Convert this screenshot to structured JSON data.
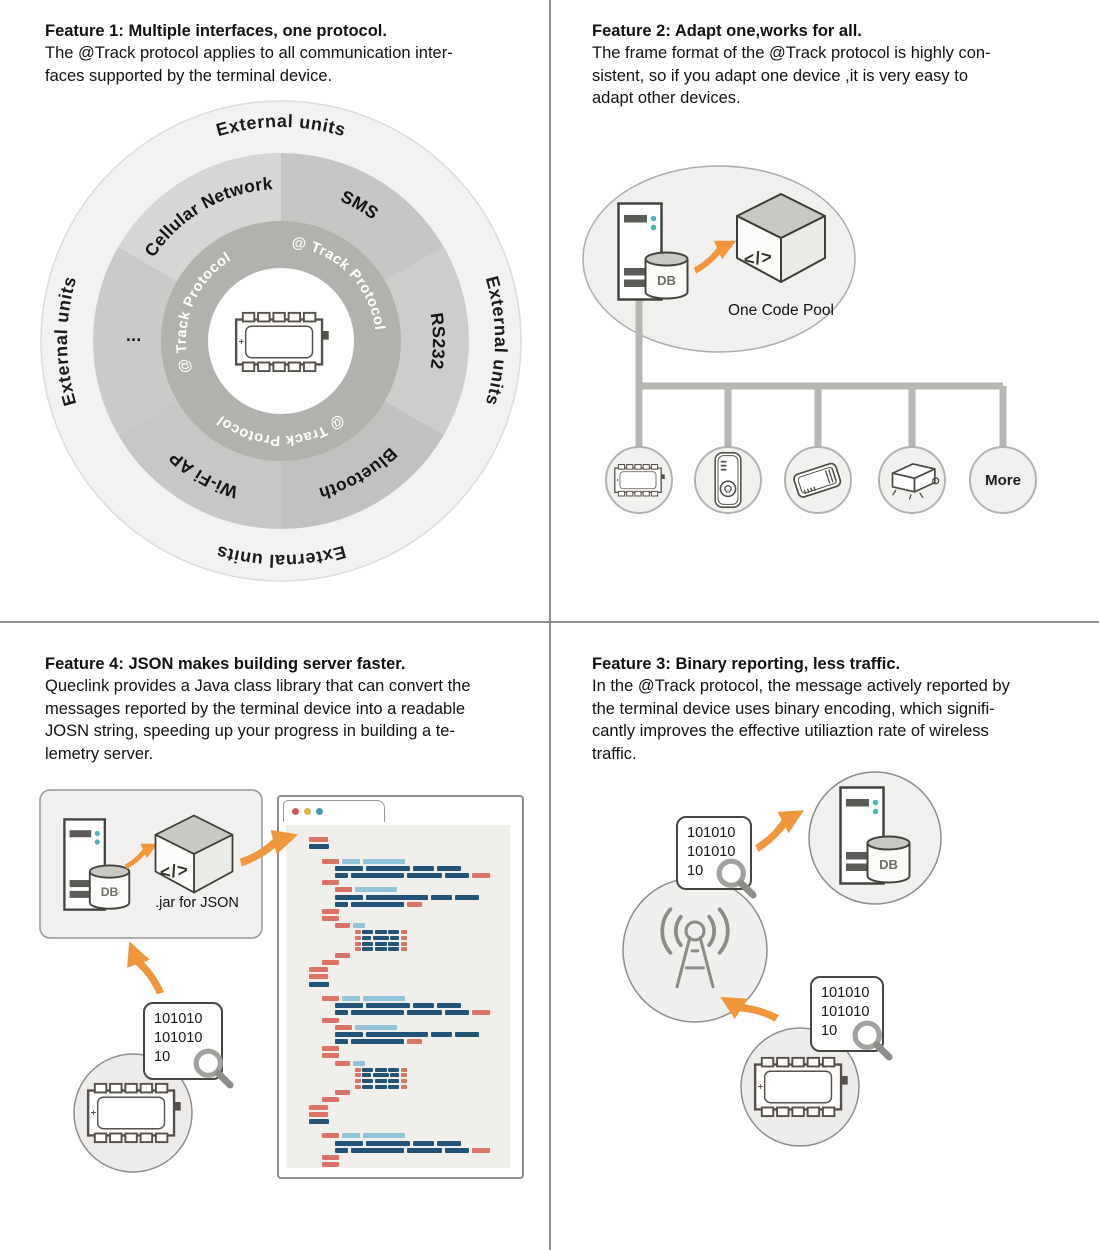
{
  "q1": {
    "title": "Feature 1: Multiple interfaces, one protocol.",
    "body": "The @Track protocol applies to all communication inter-\nfaces supported by the terminal device.",
    "wheel": {
      "outer_labels": [
        "External units",
        "External units",
        "External units",
        "External units"
      ],
      "sectors": [
        "Cellular Network",
        "SMS",
        "RS232",
        "Bluetooth",
        "Wi-Fi AP",
        "..."
      ],
      "inner_labels": [
        "@ Track Protocol",
        "@ Track Protocol",
        "@ Track Protocol"
      ]
    }
  },
  "q2": {
    "title": "Feature 2: Adapt one,works for all.",
    "body": "The frame format of the  @Track protocol is highly con-\nsistent, so if you adapt one device ,it is very easy to\nadapt other devices.",
    "db_label": "DB",
    "pool_label": "One Code Pool",
    "more_label": "More",
    "cube_glyph": "</>"
  },
  "q3": {
    "title": "Feature 4: JSON makes building server faster.",
    "body": "Queclink provides a Java class library that can convert the\nmessages reported by the terminal device into a readable\nJOSN string, speeding up your progress in building a te-\nlemetry server.",
    "db_label": "DB",
    "jar_label": ".jar for JSON",
    "cube_glyph": "</>",
    "binary_card": "101010\n101010\n10"
  },
  "q4": {
    "title": "Feature 3: Binary reporting, less traffic.",
    "body": "In the @Track protocol, the message actively reported by\nthe terminal device uses binary encoding, which signifi-\ncantly improves the effective utiliaztion rate of wireless\ntraffic.",
    "db_label": "DB",
    "binary_card_top": "101010\n101010\n10",
    "binary_card_bottom": "101010\n101010\n10"
  },
  "colors": {
    "accent_orange": "#f0973b",
    "connector_gray": "#b7b6b3"
  },
  "code_window": {
    "dot_colors": [
      "#d95753",
      "#e0b14b",
      "#3d9da8"
    ],
    "colors": {
      "r": "#dc7466",
      "b": "#235478",
      "l": "#92c4da"
    },
    "lines": [
      [
        1,
        [
          [
            "r",
            19
          ]
        ]
      ],
      [
        1,
        [
          [
            "b",
            20
          ]
        ]
      ],
      [
        0,
        []
      ],
      [
        2,
        [
          [
            "r",
            17
          ],
          [
            "l",
            18
          ],
          [
            "l",
            42
          ]
        ]
      ],
      [
        3,
        [
          [
            "b",
            28
          ],
          [
            "b",
            44
          ],
          [
            "b",
            21
          ],
          [
            "b",
            24
          ]
        ]
      ],
      [
        3,
        [
          [
            "b",
            13
          ],
          [
            "b",
            53
          ],
          [
            "b",
            35
          ],
          [
            "b",
            24
          ],
          [
            "r",
            18
          ]
        ]
      ],
      [
        2,
        [
          [
            "r",
            17
          ]
        ]
      ],
      [
        3,
        [
          [
            "r",
            17
          ],
          [
            "l",
            42
          ]
        ]
      ],
      [
        3,
        [
          [
            "b",
            28
          ],
          [
            "b",
            62
          ],
          [
            "b",
            21
          ],
          [
            "b",
            24
          ]
        ]
      ],
      [
        3,
        [
          [
            "b",
            13
          ],
          [
            "b",
            53
          ],
          [
            "r",
            15
          ]
        ]
      ],
      [
        2,
        [
          [
            "r",
            17
          ]
        ]
      ],
      [
        2,
        [
          [
            "r",
            17
          ]
        ]
      ],
      [
        3,
        [
          [
            "r",
            15
          ],
          [
            "l",
            12
          ]
        ]
      ],
      [
        4.5,
        [
          [
            "r",
            6
          ],
          [
            "b",
            11
          ],
          [
            "b",
            12
          ],
          [
            "b",
            11
          ],
          [
            "r",
            6
          ]
        ],
        4
      ],
      [
        4.5,
        [
          [
            "r",
            6
          ],
          [
            "b",
            9
          ],
          [
            "b",
            16
          ],
          [
            "b",
            9
          ],
          [
            "r",
            6
          ]
        ],
        4
      ],
      [
        4.5,
        [
          [
            "r",
            6
          ],
          [
            "b",
            11
          ],
          [
            "b",
            12
          ],
          [
            "b",
            11
          ],
          [
            "r",
            6
          ]
        ],
        4
      ],
      [
        4.5,
        [
          [
            "r",
            6
          ],
          [
            "b",
            11
          ],
          [
            "b",
            12
          ],
          [
            "b",
            11
          ],
          [
            "r",
            6
          ]
        ],
        4
      ],
      [
        3,
        [
          [
            "r",
            15
          ]
        ]
      ],
      [
        2,
        [
          [
            "r",
            17
          ]
        ]
      ],
      [
        1,
        [
          [
            "r",
            19
          ]
        ]
      ],
      [
        1,
        [
          [
            "r",
            19
          ]
        ]
      ],
      [
        1,
        [
          [
            "b",
            20
          ]
        ]
      ],
      [
        0,
        []
      ],
      [
        2,
        [
          [
            "r",
            17
          ],
          [
            "l",
            18
          ],
          [
            "l",
            42
          ]
        ]
      ],
      [
        3,
        [
          [
            "b",
            28
          ],
          [
            "b",
            44
          ],
          [
            "b",
            21
          ],
          [
            "b",
            24
          ]
        ]
      ],
      [
        3,
        [
          [
            "b",
            13
          ],
          [
            "b",
            53
          ],
          [
            "b",
            35
          ],
          [
            "b",
            24
          ],
          [
            "r",
            18
          ]
        ]
      ],
      [
        2,
        [
          [
            "r",
            17
          ]
        ]
      ],
      [
        3,
        [
          [
            "r",
            17
          ],
          [
            "l",
            42
          ]
        ]
      ],
      [
        3,
        [
          [
            "b",
            28
          ],
          [
            "b",
            62
          ],
          [
            "b",
            21
          ],
          [
            "b",
            24
          ]
        ]
      ],
      [
        3,
        [
          [
            "b",
            13
          ],
          [
            "b",
            53
          ],
          [
            "r",
            15
          ]
        ]
      ],
      [
        2,
        [
          [
            "r",
            17
          ]
        ]
      ],
      [
        2,
        [
          [
            "r",
            17
          ]
        ]
      ],
      [
        3,
        [
          [
            "r",
            15
          ],
          [
            "l",
            12
          ]
        ]
      ],
      [
        4.5,
        [
          [
            "r",
            6
          ],
          [
            "b",
            11
          ],
          [
            "b",
            12
          ],
          [
            "b",
            11
          ],
          [
            "r",
            6
          ]
        ],
        4
      ],
      [
        4.5,
        [
          [
            "r",
            6
          ],
          [
            "b",
            9
          ],
          [
            "b",
            16
          ],
          [
            "b",
            9
          ],
          [
            "r",
            6
          ]
        ],
        4
      ],
      [
        4.5,
        [
          [
            "r",
            6
          ],
          [
            "b",
            11
          ],
          [
            "b",
            12
          ],
          [
            "b",
            11
          ],
          [
            "r",
            6
          ]
        ],
        4
      ],
      [
        4.5,
        [
          [
            "r",
            6
          ],
          [
            "b",
            11
          ],
          [
            "b",
            12
          ],
          [
            "b",
            11
          ],
          [
            "r",
            6
          ]
        ],
        4
      ],
      [
        3,
        [
          [
            "r",
            15
          ]
        ]
      ],
      [
        2,
        [
          [
            "r",
            17
          ]
        ]
      ],
      [
        1,
        [
          [
            "r",
            19
          ]
        ]
      ],
      [
        1,
        [
          [
            "r",
            19
          ]
        ]
      ],
      [
        1,
        [
          [
            "b",
            20
          ]
        ]
      ],
      [
        0,
        []
      ],
      [
        2,
        [
          [
            "r",
            17
          ],
          [
            "l",
            18
          ],
          [
            "l",
            42
          ]
        ]
      ],
      [
        3,
        [
          [
            "b",
            28
          ],
          [
            "b",
            44
          ],
          [
            "b",
            21
          ],
          [
            "b",
            24
          ]
        ]
      ],
      [
        3,
        [
          [
            "b",
            13
          ],
          [
            "b",
            53
          ],
          [
            "b",
            35
          ],
          [
            "b",
            24
          ],
          [
            "r",
            18
          ]
        ]
      ],
      [
        2,
        [
          [
            "r",
            17
          ]
        ]
      ],
      [
        2,
        [
          [
            "r",
            17
          ]
        ]
      ]
    ]
  }
}
